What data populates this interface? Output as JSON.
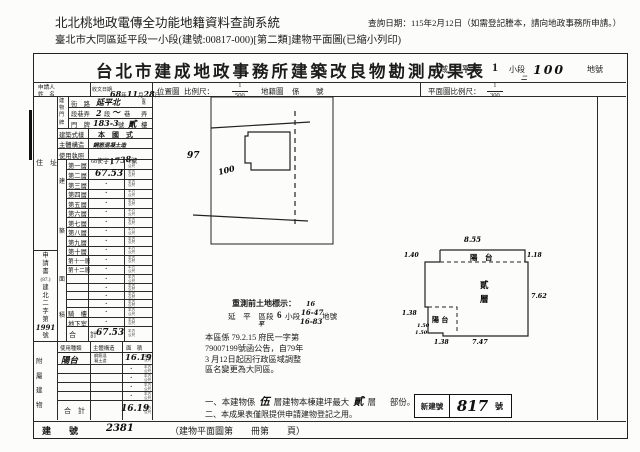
{
  "header": {
    "system_title": "北北桃地政電傳全功能地籍資料查詢系統",
    "query_date": "查詢日期：115年2月12日（如需登記謄本，請向地政事務所申請。）",
    "doc_subtitle": "臺北市大同區延平段一小段(建號:00817-000)[第二類]建物平面圖(已縮小列印)"
  },
  "title_row": {
    "title": "台北市建成地政事務所建築改良物勘測成果表",
    "district_label": "區域",
    "section_value": "平",
    "section_label": "段",
    "subsection_value": "1",
    "subsection_label": "小段",
    "subsection_note": "二",
    "lot_value": "100",
    "lot_label": "地號"
  },
  "header_row": {
    "applicant_line1": "申請人",
    "applicant_line2": "姓　名",
    "received_label": "收文日期",
    "received_year": "68",
    "year_label": "年",
    "received_month": "11",
    "month_label": "月",
    "received_day": "28",
    "day_label": "日",
    "location_map_label": "位置圖",
    "scale_label": "比例尺：",
    "location_scale_num": "1",
    "location_scale_den": "500",
    "cadastral_label": "地籍圖",
    "cadastral_mid": "係",
    "cadastral_no": "號",
    "plan_scale_label": "平面圖比例尺：",
    "plan_scale_num": "1",
    "plan_scale_den": "300"
  },
  "address": {
    "block_label": [
      "建",
      "物",
      "門",
      "牌"
    ],
    "street_label": "街　路",
    "street_value": "延平北",
    "street_suffix1": "街",
    "street_suffix2": "路",
    "section_label": "段巷弄",
    "sec_value": "2",
    "sec_unit": "段",
    "sec_scribble": "〜",
    "lane_unit": "巷",
    "alley_unit": "弄",
    "door_label": "門　牌",
    "door_value": "183-3",
    "door_no": "號",
    "door_floor_value": "貳",
    "floor_unit": "樓",
    "style_label": "建築式樣",
    "style_value": "本　國　式",
    "structure_label": "主體構造",
    "structure_value": "鋼筋混凝土造",
    "license_label": "使用執照",
    "license_prefix": "68使字",
    "license_no": "1738",
    "license_suffix": "號"
  },
  "area_table": {
    "block_label": [
      "建",
      "築",
      "面",
      "積"
    ],
    "floors": [
      "第一層",
      "第二層",
      "第三層",
      "第四層",
      "第五層",
      "第六層",
      "第七層",
      "第八層",
      "第九層",
      "第十層",
      "第十一層",
      "第十二層"
    ],
    "floor2_value": "67.53",
    "arcade_label": "騎　樓",
    "basement_label": "地下室",
    "total_label": "合　　計",
    "total_value": "67.53",
    "dot": "·",
    "unit1": "平方",
    "unit2": "公尺"
  },
  "attached": {
    "use_type_label": "使用種類",
    "structure_label": "主體構造",
    "area_label": "面　積",
    "row_use": "陽台",
    "row_structure1": "鋼筋混",
    "row_structure2": "凝土造",
    "row_value": "16.19",
    "total_label": "合　計",
    "total_value": "16.19"
  },
  "left_labels": {
    "residence": "住　址",
    "application_no": [
      "申",
      "請",
      "書",
      "(87.)",
      "建",
      "北",
      "二",
      "字",
      "第",
      "1991",
      "號"
    ],
    "attached_building": [
      "附",
      "屬",
      "建",
      "物"
    ]
  },
  "remeasure": {
    "heading": "重測前土地標示：",
    "district": "延　平　區",
    "hand_mark": "平",
    "section_label": "段",
    "subsection_value": "6",
    "subsection_label": "小段",
    "lot_top": "16",
    "lot_mid": "16-47",
    "lot_bottom": "16-83",
    "lot_label": "地號"
  },
  "announcement": [
    "本區係 79.2.15 府民一字第",
    "79007199號函公告，自79年",
    "3 月12日起因行政區域調整",
    "區名變更為大同區。"
  ],
  "notes": {
    "n1_pre": "一、本建物係",
    "n1_floors": "伍",
    "n1_mid": "層建物本棟建坪最大",
    "n1_floor2": "貳",
    "n1_mid2": "層",
    "n1_end": "部份。",
    "n2": "二、本成果表僅限提供申請建物登記之用。"
  },
  "new_building_no": {
    "label": "新建號",
    "value": "817",
    "suffix": "號"
  },
  "bottom_row": {
    "label": "建　　號",
    "value": "2381",
    "note": "（建物平面圖第　　冊第　　頁）"
  },
  "location_map": {
    "parcel_left": "97",
    "parcel_right": "100"
  },
  "floor_plan": {
    "top_width": "8.55",
    "top_left": "1.40",
    "top_right": "1.18",
    "balcony_top": "陽　台",
    "floor_char1": "貳",
    "floor_char2": "層",
    "right_height": "7.62",
    "balcony_left": "陽 台",
    "d_left": "1.38",
    "d_s1": "1.50",
    "d_s2": "1.50",
    "d_bottom_small": "1.38",
    "d_bottom": "7.47"
  }
}
